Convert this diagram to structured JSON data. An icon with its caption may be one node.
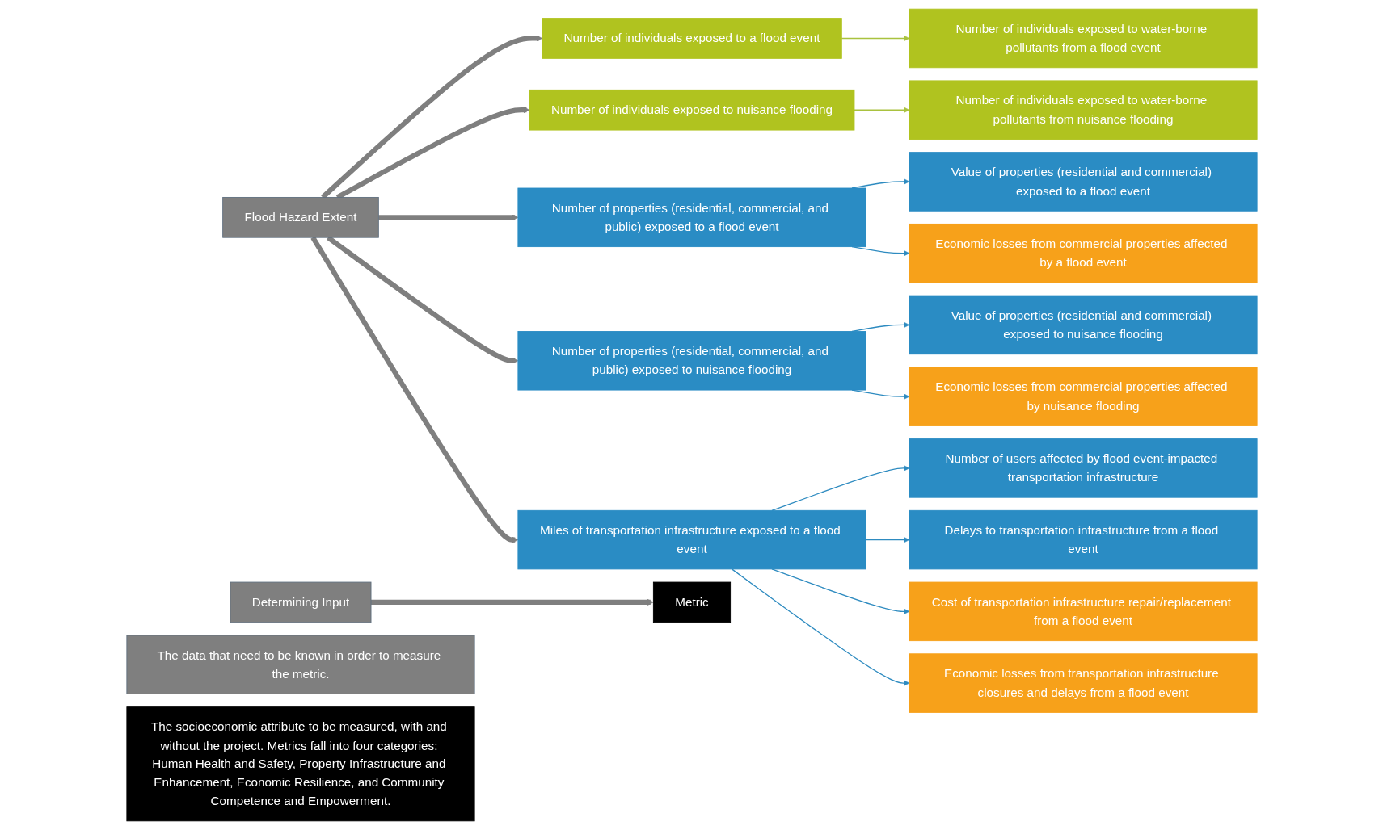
{
  "diagram": {
    "nodes": [
      {
        "text": [
          "Determining Input"
        ]
      },
      {
        "text": [
          "Metric"
        ]
      },
      {
        "text": [
          "The data that need to be known in order to measure the metric."
        ]
      },
      {
        "text": [
          "The socioeconomic attribute to be measured, with and without the project. Metrics fall into four categories: Human Health and Safety, Property Infrastructure and Enhancement, Economic Resilience, and Community Competence and Empowerment."
        ]
      },
      {
        "text": [
          "Flood Hazard Extent"
        ]
      },
      {
        "text": [
          "Number of individuals exposed to a flood event"
        ]
      },
      {
        "text": [
          "Number of individuals exposed to water-borne pollutants from a flood event"
        ]
      },
      {
        "text": [
          "Number of individuals exposed to nuisance flooding"
        ]
      },
      {
        "text": [
          "Number of individuals exposed to water-borne pollutants from nuisance flooding"
        ]
      },
      {
        "text": [
          "Number of properties (residential, commercial, and public) exposed to a flood event"
        ]
      },
      {
        "text": [
          "Value of properties (residential and commercial) exposed to a flood event"
        ]
      },
      {
        "text": [
          "Economic losses from commercial properties affected by a flood event"
        ]
      },
      {
        "text": [
          "Number of properties (residential, commercial, and public) exposed to nuisance flooding"
        ]
      },
      {
        "text": [
          "Value of properties (residential and commercial) exposed to nuisance flooding"
        ]
      },
      {
        "text": [
          "Economic losses from commercial properties affected by nuisance flooding"
        ]
      },
      {
        "text": [
          "Miles of transportation infrastructure exposed to a flood event"
        ]
      },
      {
        "text": [
          "Number of users affected by flood event-impacted transportation infrastructure"
        ]
      },
      {
        "text": [
          "Delays to transportation infrastructure from a flood event"
        ]
      },
      {
        "text": [
          "Cost of transportation infrastructure repair/replacement from a flood event"
        ]
      },
      {
        "text": [
          "Economic losses from transportation infrastructure closures and delays from a flood event"
        ]
      }
    ],
    "edges": [
      {
        "from": 0,
        "to": 1,
        "arrow": "to",
        "style": "thick",
        "color": "#7f7f7f"
      },
      {
        "from": 4,
        "to": 5,
        "arrow": "to",
        "style": "thick",
        "color": "#7f7f7f"
      },
      {
        "from": 4,
        "to": 7,
        "arrow": "to",
        "style": "thick",
        "color": "#7f7f7f"
      },
      {
        "from": 4,
        "to": 9,
        "arrow": "to",
        "style": "thick",
        "color": "#7f7f7f"
      },
      {
        "from": 4,
        "to": 12,
        "arrow": "to",
        "style": "thick",
        "color": "#7f7f7f"
      },
      {
        "from": 4,
        "to": 15,
        "arrow": "to",
        "style": "thick",
        "color": "#7f7f7f"
      },
      {
        "from": 5,
        "to": 6,
        "arrow": "to",
        "color": "#a9c23f"
      },
      {
        "from": 7,
        "to": 8,
        "arrow": "to",
        "color": "#a9c23f"
      },
      {
        "from": 9,
        "to": 10,
        "arrow": "to"
      },
      {
        "from": 9,
        "to": 11,
        "arrow": "to"
      },
      {
        "from": 12,
        "to": 13,
        "arrow": "to"
      },
      {
        "from": 12,
        "to": 14,
        "arrow": "to"
      },
      {
        "from": 15,
        "to": 16,
        "arrow": "to"
      },
      {
        "from": 15,
        "to": 17,
        "arrow": "to"
      },
      {
        "from": 15,
        "to": 18,
        "arrow": "to"
      },
      {
        "from": 15,
        "to": 19,
        "arrow": "to"
      }
    ]
  }
}
